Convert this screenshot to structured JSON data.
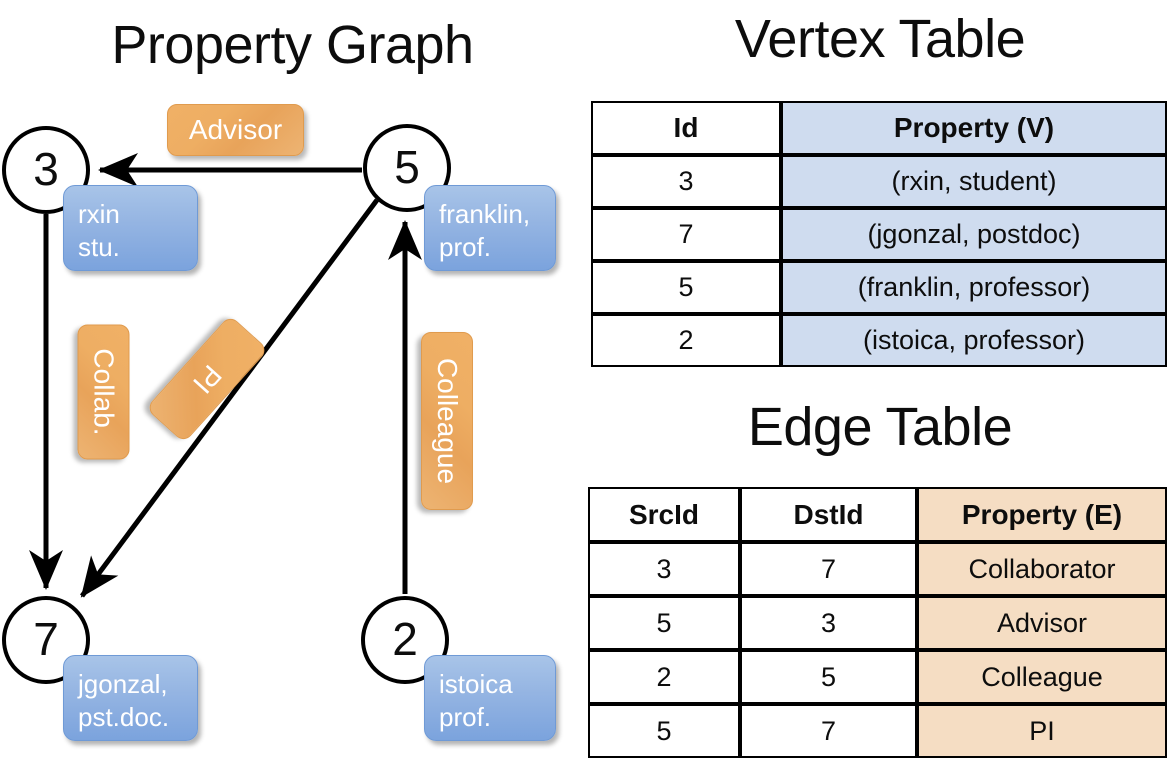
{
  "titles": {
    "property_graph": "Property Graph",
    "vertex_table": "Vertex Table",
    "edge_table": "Edge Table"
  },
  "graph": {
    "nodes": [
      {
        "id": "3",
        "property": "rxin\nstu."
      },
      {
        "id": "5",
        "property": "franklin,\nprof."
      },
      {
        "id": "7",
        "property": "jgonzal,\npst.doc."
      },
      {
        "id": "2",
        "property": "istoica\nprof."
      }
    ],
    "node_labels": {
      "n3": "3",
      "n5": "5",
      "n7": "7",
      "n2": "2"
    },
    "property_lines": {
      "p3_l1": "rxin",
      "p3_l2": "stu.",
      "p5_l1": "franklin,",
      "p5_l2": "prof.",
      "p7_l1": "jgonzal,",
      "p7_l2": "pst.doc.",
      "p2_l1": "istoica",
      "p2_l2": "prof."
    },
    "edge_labels": {
      "advisor": "Advisor",
      "collab": "Collab.",
      "colleague": "Colleague",
      "pi": "PI"
    },
    "edges": [
      {
        "src": "5",
        "dst": "3",
        "label": "Advisor"
      },
      {
        "src": "3",
        "dst": "7",
        "label": "Collab."
      },
      {
        "src": "5",
        "dst": "7",
        "label": "PI"
      },
      {
        "src": "2",
        "dst": "5",
        "label": "Colleague"
      }
    ]
  },
  "vertex_table": {
    "headers": {
      "id": "Id",
      "property": "Property (V)"
    },
    "rows": [
      {
        "id": "3",
        "property": "(rxin, student)"
      },
      {
        "id": "7",
        "property": "(jgonzal, postdoc)"
      },
      {
        "id": "5",
        "property": "(franklin, professor)"
      },
      {
        "id": "2",
        "property": "(istoica, professor)"
      }
    ]
  },
  "edge_table": {
    "headers": {
      "src": "SrcId",
      "dst": "DstId",
      "property": "Property (E)"
    },
    "rows": [
      {
        "src": "3",
        "dst": "7",
        "property": "Collaborator"
      },
      {
        "src": "5",
        "dst": "3",
        "property": "Advisor"
      },
      {
        "src": "2",
        "dst": "5",
        "property": "Colleague"
      },
      {
        "src": "5",
        "dst": "7",
        "property": "PI"
      }
    ]
  },
  "colors": {
    "vertex_property_fill": "#cfdcef",
    "edge_property_fill": "#f5ddc3",
    "node_box_blue": "#8cb0e0",
    "edge_label_orange": "#eeae63",
    "stroke": "#000000"
  }
}
